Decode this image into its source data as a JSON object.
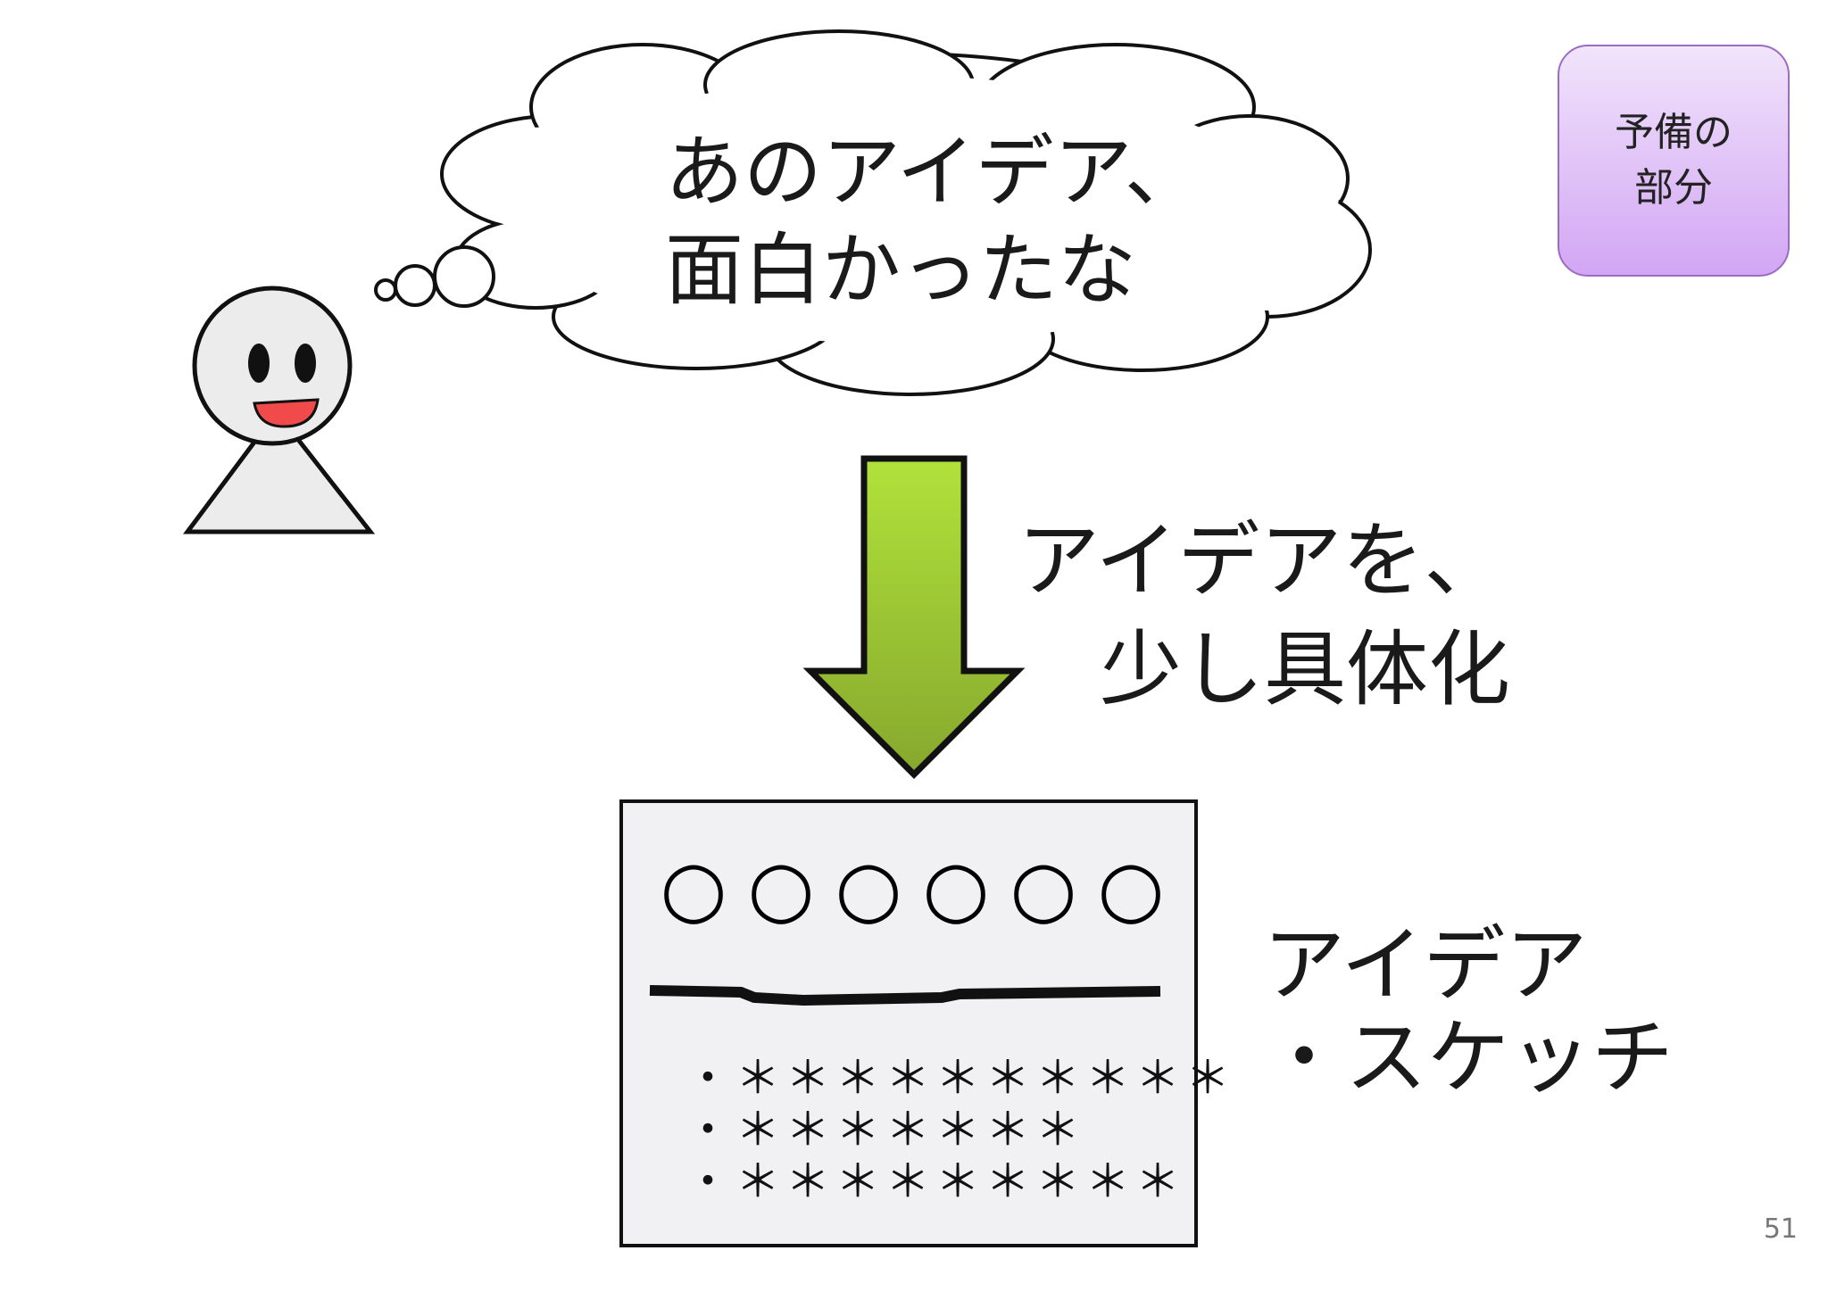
{
  "thought": {
    "lines": [
      "あのアイデア、",
      "面白かったな"
    ]
  },
  "step": {
    "lines": [
      "アイデアを、",
      "　少し具体化"
    ]
  },
  "sketch": {
    "circles": [
      "○",
      "○",
      "○",
      "○",
      "○",
      "○"
    ],
    "bullets": [
      "・＊＊＊＊＊＊＊＊＊＊",
      "・＊＊＊＊＊＊＊",
      "・＊＊＊＊＊＊＊＊＊"
    ]
  },
  "sketch_label": {
    "lines": [
      "アイデア",
      "・スケッチ"
    ]
  },
  "badge": {
    "lines": [
      "予備の",
      "部分"
    ]
  },
  "page_number": "51",
  "colors": {
    "arrow_top": "#b1e23a",
    "arrow_bottom": "#86a82e",
    "badge_top": "#f1e4fb",
    "badge_bottom": "#d2a6f4",
    "mouth": "#f04a4a",
    "person_fill": "#ececec"
  }
}
